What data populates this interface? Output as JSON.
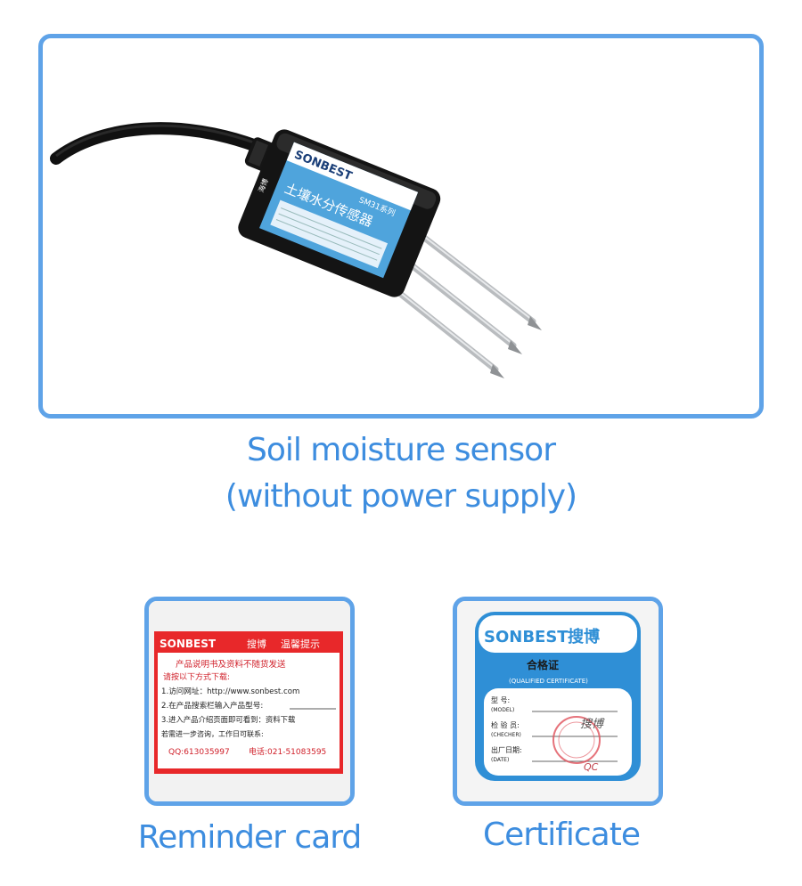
{
  "main_product": {
    "caption_line1": "Soil moisture sensor",
    "caption_line2": "(without power supply)",
    "label": {
      "brand": "SONBEST",
      "series": "SM31系列",
      "title": "土壤水分传感器",
      "side_text": "海博"
    }
  },
  "reminder_card": {
    "caption": "Reminder card",
    "brand": "SONBEST",
    "brand_cn": "搜博",
    "header_title": "温馨提示",
    "line1": "产品说明书及资料不随货发送",
    "line2": "请按以下方式下载:",
    "item1": "1.访问网址：http://www.sonbest.com",
    "item2": "2.在产品搜索栏输入产品型号:",
    "item3": "3.进入产品介绍页面即可看到：资料下载",
    "contact_note": "若需进一步咨询，工作日可联系:",
    "qq": "QQ:613035997",
    "phone": "电话:021-51083595"
  },
  "certificate": {
    "caption": "Certificate",
    "brand": "SONBEST",
    "brand_cn": "搜博",
    "title_cn": "合格证",
    "title_en": "(QUALIFIED CERTIFICATE)",
    "model_label": "型 号:",
    "model_label_en": "(MODEL)",
    "checker_label": "检 验 员:",
    "checker_label_en": "(CHECHER)",
    "date_label": "出厂日期:",
    "date_label_en": "(DATE)",
    "signature": "搜博",
    "stamp_text": "QC"
  },
  "colors": {
    "frame_border": "#5fa3e8",
    "caption_text": "#3d8ddf",
    "card_red": "#e8282a",
    "cert_blue": "#2f8fd6"
  }
}
